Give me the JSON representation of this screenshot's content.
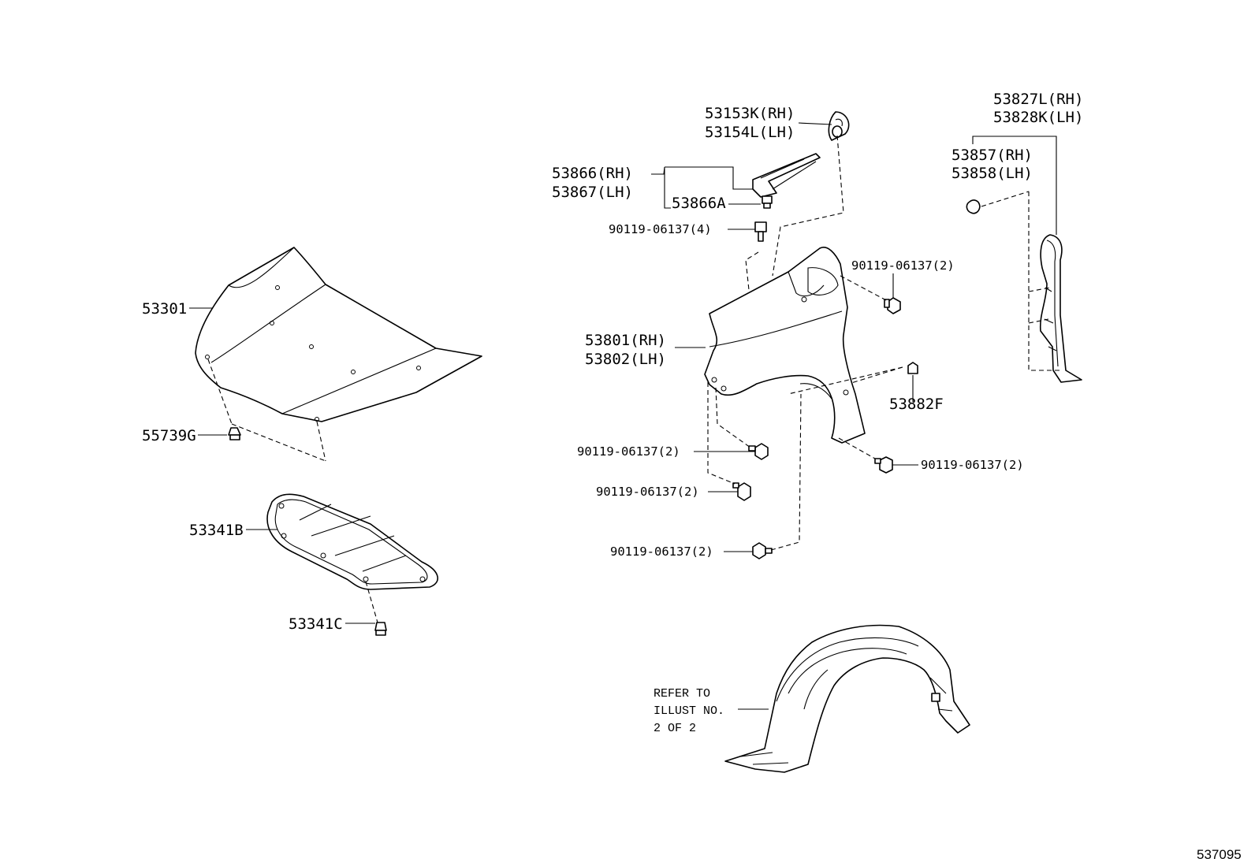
{
  "callouts": {
    "hood": "53301",
    "hood_clip": "55739G",
    "insulator": "53341B",
    "insulator_clip": "53341C",
    "fender_rh": "53801(RH)",
    "fender_lh": "53802(LH)",
    "cover_rh": "53153K(RH)",
    "cover_lh": "53154L(LH)",
    "bracket_rh": "53866(RH)",
    "bracket_lh": "53867(LH)",
    "bracket_clip": "53866A",
    "bolt_top": "90119-06137(4)",
    "bolt_upper_right": "90119-06137(2)",
    "bolt_left_1": "90119-06137(2)",
    "bolt_left_2": "90119-06137(2)",
    "bolt_left_3": "90119-06137(2)",
    "bolt_right": "90119-06137(2)",
    "fender_clip": "53882F",
    "seal_rh": "53827L(RH)",
    "seal_lh": "53828K(LH)",
    "seal_clip_rh": "53857(RH)",
    "seal_clip_lh": "53858(LH)"
  },
  "liner_note": {
    "line1": "REFER TO",
    "line2": "ILLUST NO.",
    "line3": "2 OF 2"
  },
  "illustration_number": "537095"
}
